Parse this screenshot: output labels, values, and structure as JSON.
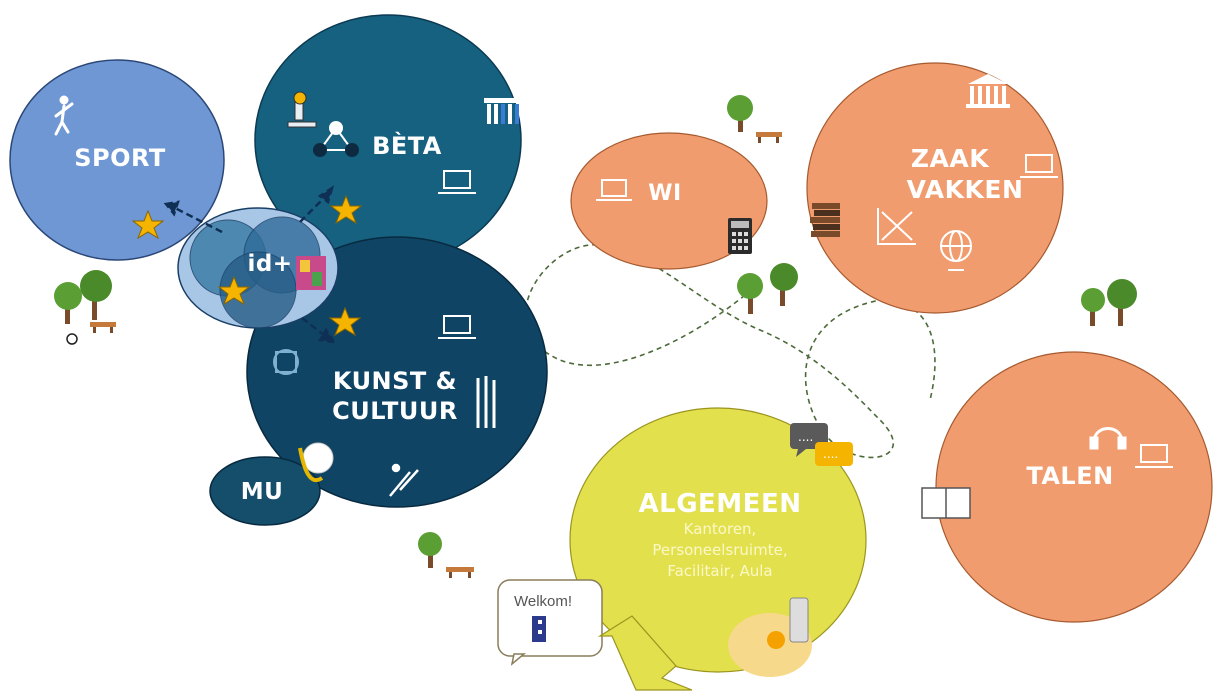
{
  "zones": {
    "sport": "SPORT",
    "beta": "BÈTA",
    "kunst_line1": "KUNST &",
    "kunst_line2": "CULTUUR",
    "mu": "MU",
    "idplus": "id+",
    "wi": "WI",
    "zaak_line1": "ZAAK",
    "zaak_line2": "VAKKEN",
    "talen": "TALEN",
    "algemeen": "ALGEMEEN",
    "algemeen_sub": [
      "Kantoren,",
      "Personeelsruimte,",
      "Facilitair, Aula"
    ]
  },
  "welcome": {
    "text": "Welkom!"
  },
  "colors": {
    "sport": "#6f97d4",
    "beta": "#15617f",
    "kunst": "#0f4464",
    "mu": "#144e6b",
    "orange": "#f19c6e",
    "algemeen": "#e3e04d",
    "dashed_path": "#4c6a3a",
    "star": "#f5b400"
  },
  "icons": [
    "runner-icon",
    "microscope-icon",
    "molecule-icon",
    "library-icon",
    "laptop-icon",
    "star-icon",
    "tree-icon",
    "bench-icon",
    "calculator-icon",
    "bank-icon",
    "books-icon",
    "graph-icon",
    "globe-icon",
    "headphones-icon",
    "book-icon",
    "chat-icon",
    "pencils-icon",
    "vitruvian-icon",
    "saxophone-icon",
    "paint-icon",
    "food-icon",
    "arrow-icon"
  ]
}
